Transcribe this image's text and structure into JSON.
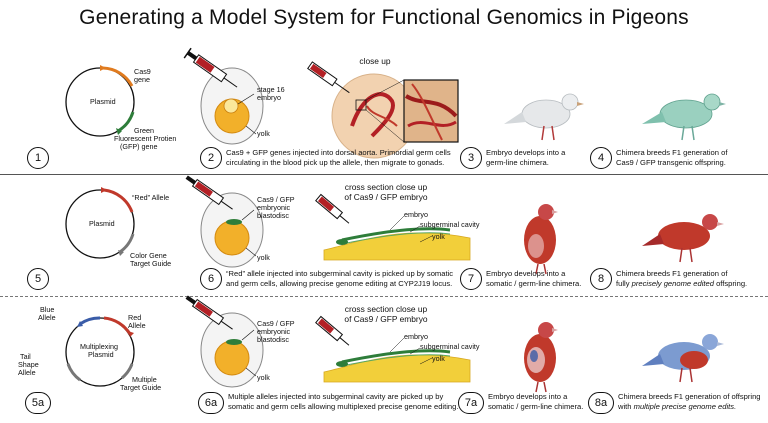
{
  "title": "Generating a Model System for Functional Genomics in Pigeons",
  "rows": [
    {
      "step_numbers": [
        "1",
        "2",
        "3",
        "4"
      ],
      "plasmid": {
        "name": "Plasmid",
        "labels": [
          "Cas9",
          "gene",
          "Green",
          "Fluorescent Protien",
          "(GFP) gene"
        ]
      },
      "egg_labels": [
        "stage 16",
        "embryo",
        "yolk"
      ],
      "closeup_header": "close up",
      "captions": {
        "s2_line1": "Cas9 + GFP genes injected into dorsal aorta. Primordial germ cells",
        "s2_line2": "circulating in the blood pick up the allele, then migrate to gonads.",
        "s3_line1": "Embryo develops into a",
        "s3_line2": "germ-line chimera.",
        "s4_line1": "Chimera breeds F1 generation of",
        "s4_line2": "Cas9 / GFP transgenic offspring."
      }
    },
    {
      "step_numbers": [
        "5",
        "6",
        "7",
        "8"
      ],
      "plasmid": {
        "name": "Plasmid",
        "labels": [
          "“Red” Allele",
          "Color Gene",
          "Target Guide"
        ]
      },
      "egg_labels": [
        "Cas9 / GFP",
        "embryonic",
        "blastodisc",
        "yolk"
      ],
      "xsec_header_1": "cross section close up",
      "xsec_header_2": "of Cas9 / GFP embryo",
      "xsec_labels": [
        "embryo",
        "subgerminal cavity",
        "yolk"
      ],
      "captions": {
        "s6_line1": "“Red” allele injected into subgerminal cavity is picked up by somatic",
        "s6_line2": "and germ cells, allowing precise genome editing at CYP2J19 locus.",
        "s7_line1": "Embryo develops into a",
        "s7_line2": "somatic / germ-line chimera.",
        "s8_line1": "Chimera breeds F1 generation of",
        "s8_line2_pre": "fully ",
        "s8_line2_em": "precisely genome edited",
        "s8_line2_post": " offspring."
      }
    },
    {
      "step_numbers": [
        "5a",
        "6a",
        "7a",
        "8a"
      ],
      "plasmid": {
        "name_1": "Multiplexing",
        "name_2": "Plasmid",
        "labels": [
          "Blue",
          "Allele",
          "Red",
          "Allele",
          "Tail",
          "Shape",
          "Allele",
          "Multiple",
          "Target Guide"
        ]
      },
      "egg_labels": [
        "Cas9 / GFP",
        "embryonic",
        "blastodisc",
        "yolk"
      ],
      "xsec_header_1": "cross section close up",
      "xsec_header_2": "of Cas9 / GFP embryo",
      "xsec_labels": [
        "embryo",
        "subgerminal cavity",
        "yolk"
      ],
      "captions": {
        "s6_line1": "Multiple alleles injected into subgerminal cavity are picked up by",
        "s6_line2": "somatic and germ cells allowing multiplexed precise genome editing.",
        "s7_line1": "Embryo develops into a",
        "s7_line2": "somatic / germ-line chimera.",
        "s8_line1": "Chimera breeds F1 generation of offspring",
        "s8_line2_pre": "with ",
        "s8_line2_em": "multiple precise genome edits."
      }
    }
  ],
  "colors": {
    "cas9": "#e07b1f",
    "gfp": "#2e7d3a",
    "red": "#c0392b",
    "blue": "#3a5ca8",
    "grey": "#777777",
    "yolk": "#f2b02a",
    "syringe": "#b32025"
  }
}
